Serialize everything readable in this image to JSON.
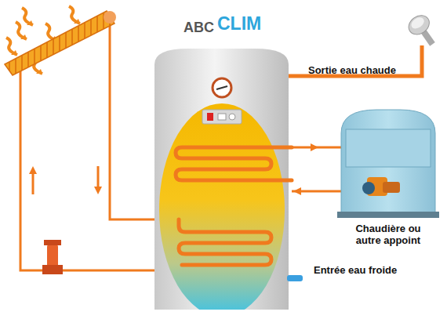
{
  "diagram": {
    "nodes": [
      {
        "text": [
          "Chaudière ou autre appoint"
        ]
      }
    ],
    "labels": [
      "ABC",
      "CLIM",
      "Sortie eau chaude",
      "Entrée eau froide"
    ]
  }
}
